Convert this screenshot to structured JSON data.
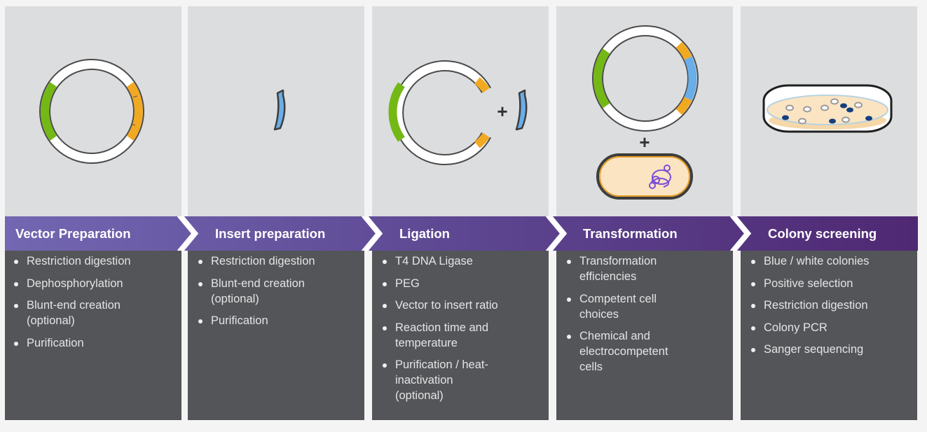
{
  "colors": {
    "panel_bg": "#dcdddf",
    "body_bg": "#545558",
    "band_start": "#7367b2",
    "band_end": "#4f2873",
    "vector_green": "#74b816",
    "site_orange": "#f2a922",
    "insert_blue": "#6aaee8",
    "cell_fill": "#fbe4c2",
    "cell_border": "#e59c27",
    "dna_purple": "#7a4fd6",
    "colony_blue": "#163f7e"
  },
  "stages": [
    {
      "title": "Vector Preparation",
      "illustration": "linearized-vector-plasmid-icon",
      "items": [
        "Restriction digestion",
        "Dephosphorylation",
        "Blunt-end creation (optional)",
        "Purification"
      ]
    },
    {
      "title": "Insert preparation",
      "illustration": "insert-fragment-icon",
      "items": [
        "Restriction digestion",
        "Blunt-end creation (optional)",
        "Purification"
      ]
    },
    {
      "title": "Ligation",
      "illustration": "open-vector-plus-insert-icon",
      "items": [
        "T4 DNA Ligase",
        "PEG",
        "Vector to insert ratio",
        "Reaction time and temperature",
        "Purification / heat-inactivation (optional)"
      ]
    },
    {
      "title": "Transformation",
      "illustration": "recombinant-plasmid-plus-cell-icon",
      "items": [
        "Transformation efficiencies",
        "Competent cell choices",
        "Chemical and electrocompetent cells"
      ]
    },
    {
      "title": "Colony screening",
      "illustration": "petri-dish-colonies-icon",
      "items": [
        "Blue / white colonies",
        "Positive selection",
        "Restriction digestion",
        "Colony PCR",
        "Sanger sequencing"
      ]
    }
  ],
  "plus_symbol": "+"
}
